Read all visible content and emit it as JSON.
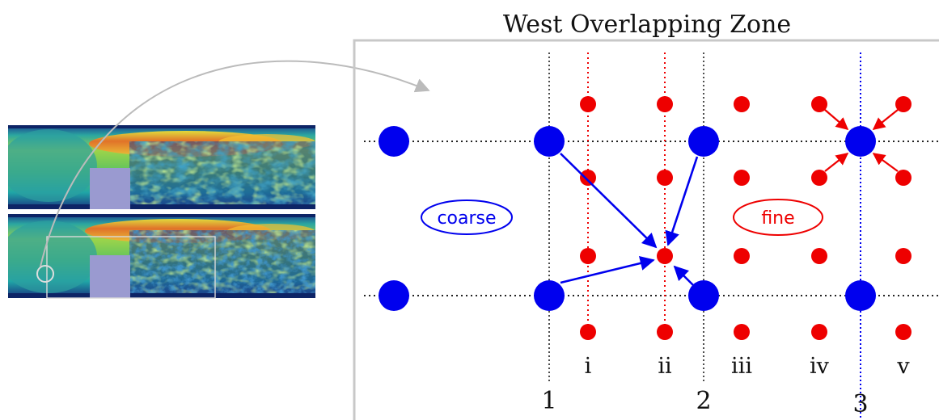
{
  "title": "West Overlapping Zone",
  "labels": {
    "coarse": "coarse",
    "fine": "fine",
    "coarse_columns": [
      "1",
      "2",
      "3"
    ],
    "fine_columns": [
      "i",
      "ii",
      "iii",
      "iv",
      "v"
    ]
  },
  "colors": {
    "coarse": "#0000ee",
    "fine": "#ee0000",
    "gridline": "#222222",
    "frame": "#c8c8c8",
    "arrow_gray": "#bbbbbb",
    "block": "#9a9ad0"
  },
  "thumbnails": [
    {
      "name": "flow-field-coarse"
    },
    {
      "name": "flow-field-fine-overlay"
    }
  ]
}
